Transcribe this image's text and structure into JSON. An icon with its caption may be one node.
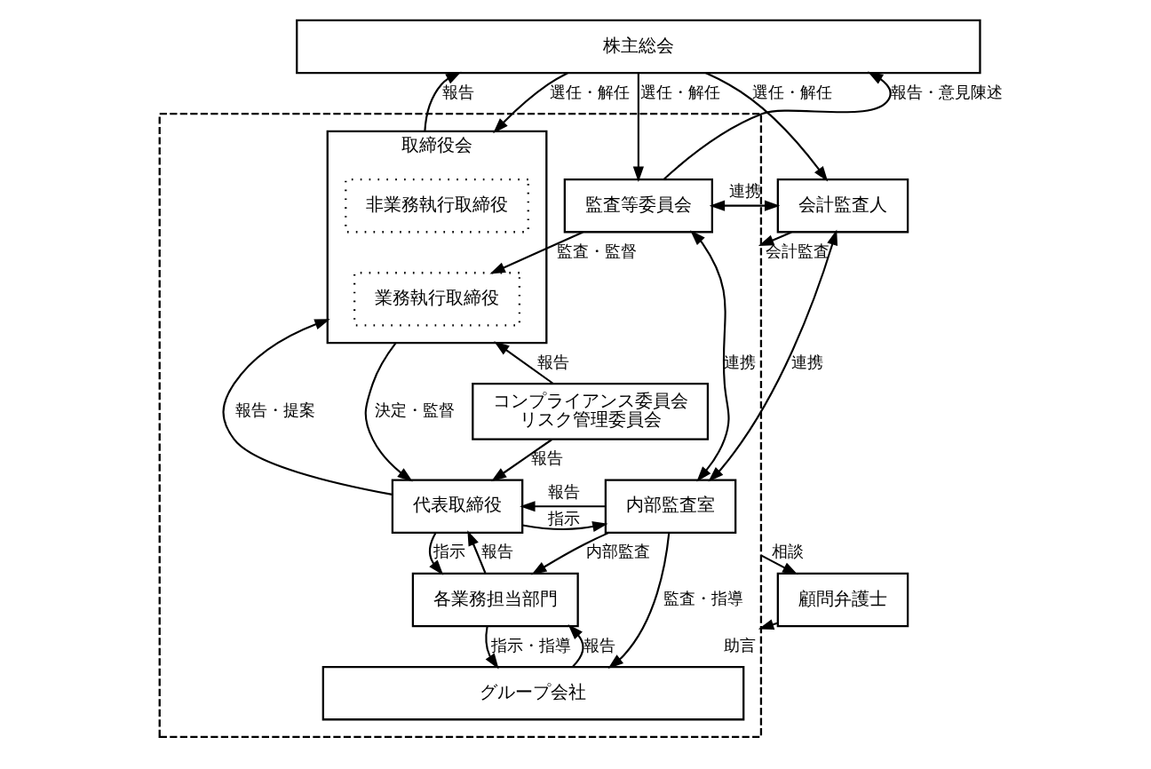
{
  "diagram": {
    "nodes": [
      {
        "text": [
          "株主総会"
        ]
      },
      {
        "text": [],
        "shape": "box"
      },
      {
        "text": [
          "取締役会"
        ],
        "in": 1
      },
      {
        "text": [
          "非業務執行取締役"
        ],
        "in": 2
      },
      {
        "text": [
          "業務執行取締役"
        ],
        "in": 2
      },
      {
        "text": [
          "監査等委員会"
        ],
        "in": 1
      },
      {
        "text": [
          "会計監査人"
        ]
      },
      {
        "text": [
          "コンプライアンス委員会",
          "リスク管理委員会"
        ],
        "in": 1
      },
      {
        "text": [
          "代表取締役"
        ],
        "in": 1
      },
      {
        "text": [
          "内部監査室"
        ],
        "in": 1
      },
      {
        "text": [
          "各業務担当部門"
        ],
        "in": 1
      },
      {
        "text": [
          "顧問弁護士"
        ]
      },
      {
        "text": [
          "グループ会社"
        ],
        "in": 1
      }
    ],
    "edges": [
      {
        "from": 2,
        "to": 0,
        "arrow": "to",
        "label": "報告"
      },
      {
        "from": 0,
        "to": 2,
        "arrow": "to",
        "label": "選任・解任"
      },
      {
        "from": 0,
        "to": 5,
        "arrow": "to",
        "label": "選任・解任"
      },
      {
        "from": 5,
        "to": 0,
        "arrow": "to",
        "label": "報告・意見陳述"
      },
      {
        "from": 0,
        "to": 6,
        "arrow": "to",
        "label": "選任・解任"
      },
      {
        "from": 5,
        "to": 6,
        "arrow": "both",
        "label": "連携"
      },
      {
        "from": 6,
        "to": 1,
        "arrow": "to",
        "label": "会計監査"
      },
      {
        "from": 5,
        "to": 4,
        "arrow": "to",
        "label": "監査・監督"
      },
      {
        "from": 7,
        "to": 2,
        "arrow": "to",
        "label": "報告"
      },
      {
        "from": 5,
        "to": 9,
        "arrow": "both",
        "label": "連携"
      },
      {
        "from": 8,
        "to": 2,
        "arrow": "to",
        "label": "報告・提案"
      },
      {
        "from": 2,
        "to": 8,
        "arrow": "to",
        "label": "決定・監督"
      },
      {
        "from": 7,
        "to": 8,
        "arrow": "to",
        "label": "報告"
      },
      {
        "from": 9,
        "to": 8,
        "arrow": "to",
        "label": "報告"
      },
      {
        "from": 8,
        "to": 9,
        "arrow": "to",
        "label": "指示"
      },
      {
        "from": 6,
        "to": 9,
        "arrow": "both",
        "label": "連携"
      },
      {
        "from": 10,
        "to": 8,
        "arrow": "to",
        "label": "報告"
      },
      {
        "from": 8,
        "to": 10,
        "arrow": "to",
        "label": "指示"
      },
      {
        "from": 9,
        "to": 10,
        "arrow": "to",
        "label": "内部監査"
      },
      {
        "from": 9,
        "to": 12,
        "arrow": "to",
        "label": "監査・指導"
      },
      {
        "from": 11,
        "to": 1,
        "arrow": "to",
        "label": "助言"
      },
      {
        "from": 1,
        "to": 11,
        "arrow": "to",
        "label": "相談"
      },
      {
        "from": 12,
        "to": 10,
        "arrow": "to",
        "label": "報告"
      },
      {
        "from": 10,
        "to": 12,
        "arrow": "to",
        "label": "指示・指導"
      }
    ]
  }
}
